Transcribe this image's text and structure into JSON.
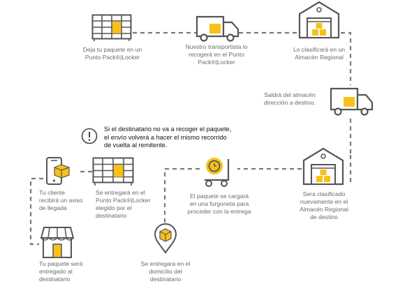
{
  "colors": {
    "accent": "#f6c21a",
    "line": "#555555",
    "dash": "#7a7a7a",
    "text": "#6b6b6b"
  },
  "steps": {
    "drop_off": "Deja tu paquete en un\nPunto Pack®|Locker",
    "pickup": "Nuestro transportista lo\nrecogerá en el Punto\nPack®|Locker",
    "regional": "Lo clasificará en un\nAlmacén Regional",
    "depart": "Saldrá del almacén\ndirección a destino.",
    "destination_warehouse": "Sera clasificado\nnuevamente en el\nAlmacén Regional\nde destino",
    "van": "El paquete se cargará\nen una furgoneta para\nproceder con la entrega",
    "locker_delivery": "Se entregará en el\nPunto Pack®|Locker\nelegido por el\ndestinatario",
    "client_notice": "Tu cliente\nrecibirá un aviso\nde llegada",
    "pickup_point": "Tu paquete será\nentregado al\ndestinatario",
    "home": "Se entregara en el\ndomicilio del\ndestinatario"
  },
  "warning": "Si el destinatario no va a recoger el paquete,\nel envío volverá a hacer el mismo recorrido\nde vuelta al remitente.",
  "icons": {
    "locker": "locker-icon",
    "truck": "truck-icon",
    "warehouse": "warehouse-icon",
    "info": "info-icon",
    "hand_truck": "hand-truck-icon",
    "phone": "phone-package-icon",
    "shop": "shop-icon",
    "location": "location-pin-icon"
  }
}
